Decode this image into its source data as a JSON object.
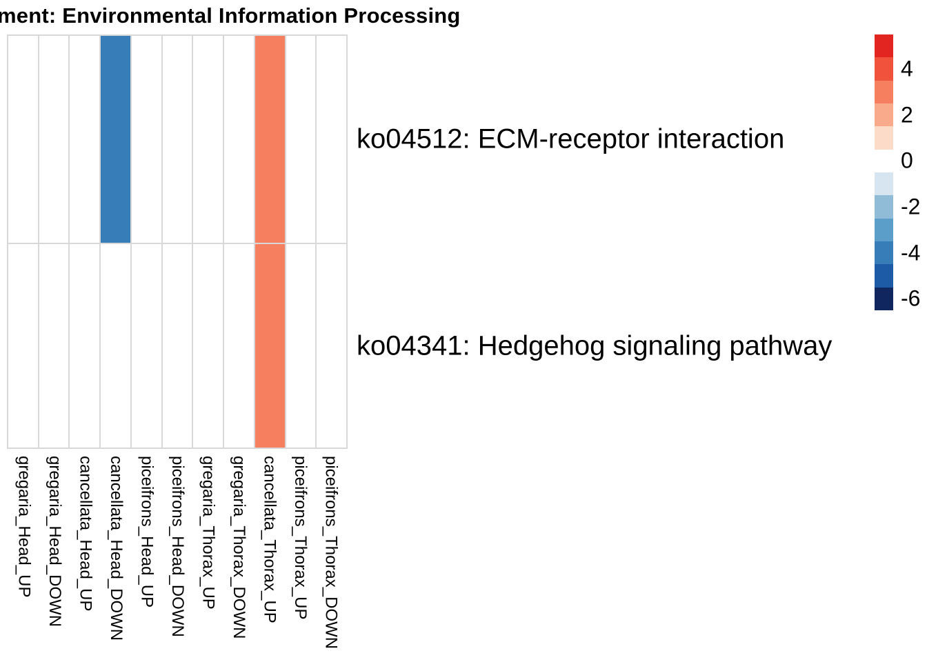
{
  "title": "ment: Environmental Information Processing",
  "chart_data": {
    "type": "heatmap",
    "title": "ment: Environmental Information Processing",
    "columns": [
      "gregaria_Head_UP",
      "gregaria_Head_DOWN",
      "cancellata_Head_UP",
      "cancellata_Head_DOWN",
      "piceifrons_Head_UP",
      "piceifrons_Head_DOWN",
      "gregaria_Thorax_UP",
      "gregaria_Thorax_DOWN",
      "cancellata_Thorax_UP",
      "piceifrons_Thorax_UP",
      "piceifrons_Thorax_DOWN"
    ],
    "rows": [
      "ko04512: ECM-receptor interaction",
      "ko04341: Hedgehog signaling pathway"
    ],
    "values": [
      [
        0,
        0,
        0,
        -4,
        0,
        0,
        0,
        0,
        3,
        0,
        0
      ],
      [
        0,
        0,
        0,
        0,
        0,
        0,
        0,
        0,
        3,
        0,
        0
      ]
    ],
    "grid_color": "#d8d8d8",
    "cell_colors": {
      "negative_cell": "#377eb9",
      "positive_cell": "#f57f5f",
      "zero_cell": "#ffffff"
    },
    "legend_position": "right",
    "colorbar": {
      "range": [
        -6.5,
        5.5
      ],
      "tick_labels": [
        "4",
        "2",
        "0",
        "-2",
        "-4",
        "-6"
      ],
      "tick_values": [
        4,
        2,
        0,
        -2,
        -4,
        -6
      ],
      "block_values": [
        5,
        4,
        3,
        2,
        1,
        0,
        -1,
        -2,
        -3,
        -4,
        -5,
        -6
      ],
      "block_colors": [
        "#e32522",
        "#f1523c",
        "#f57f5f",
        "#f8aa8b",
        "#fcdcc9",
        "#ffffff",
        "#d7e5f1",
        "#91bcd8",
        "#5a9ec9",
        "#377eb9",
        "#1e5ba6",
        "#10265e"
      ]
    }
  }
}
